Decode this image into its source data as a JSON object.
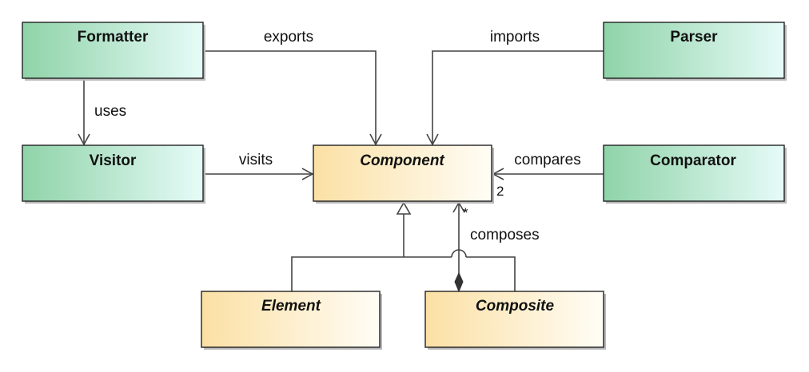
{
  "diagram": {
    "colors": {
      "helper_box_start": "#8fd3a8",
      "helper_box_end": "#e6fbf8",
      "core_box_start": "#fbe0a4",
      "core_box_end": "#fffdf6",
      "box_border": "#222222",
      "edge": "#444444",
      "shadow": "#b9b9b9"
    },
    "classes": {
      "formatter": {
        "label": "Formatter",
        "abstract": false
      },
      "parser": {
        "label": "Parser",
        "abstract": false
      },
      "visitor": {
        "label": "Visitor",
        "abstract": false
      },
      "component": {
        "label": "Component",
        "abstract": true
      },
      "comparator": {
        "label": "Comparator",
        "abstract": false
      },
      "element": {
        "label": "Element",
        "abstract": true
      },
      "composite": {
        "label": "Composite",
        "abstract": true
      }
    },
    "relations": {
      "exports": {
        "label": "exports",
        "from": "Formatter",
        "to": "Component",
        "kind": "dependency"
      },
      "imports": {
        "label": "imports",
        "from": "Parser",
        "to": "Component",
        "kind": "dependency"
      },
      "uses": {
        "label": "uses",
        "from": "Formatter",
        "to": "Visitor",
        "kind": "dependency"
      },
      "visits": {
        "label": "visits",
        "from": "Visitor",
        "to": "Component",
        "kind": "dependency"
      },
      "compares": {
        "label": "compares",
        "from": "Comparator",
        "to": "Component",
        "kind": "dependency",
        "multiplicity": "2"
      },
      "composes": {
        "label": "composes",
        "from": "Composite",
        "to": "Component",
        "kind": "composition",
        "multiplicity": "*"
      },
      "generalization": {
        "children": [
          "Element",
          "Composite"
        ],
        "parent": "Component",
        "kind": "inheritance"
      }
    }
  }
}
